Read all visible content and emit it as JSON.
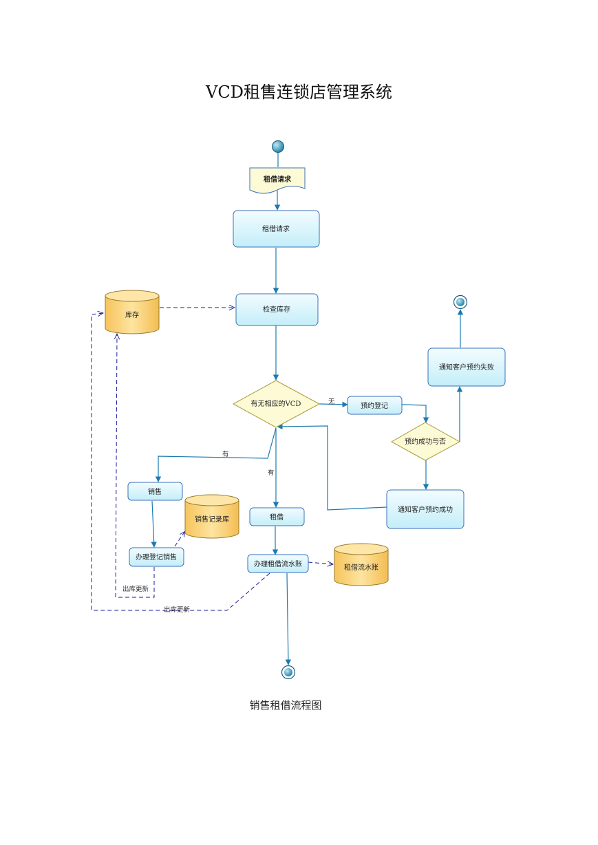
{
  "title": "VCD租售连锁店管理系统",
  "caption": "销售租借流程图",
  "colors": {
    "activity_fill": "#d4f3fb",
    "activity_stroke": "#3a6fb8",
    "decision_fill": "#fdfbd6",
    "decision_stroke": "#a99a3a",
    "store_fill": "#f9cf70",
    "store_stroke": "#9a7a2a",
    "flow": "#1a7ab0",
    "dependency": "#1a1aa0"
  },
  "nodes": {
    "request_signal": "租借请求",
    "rent_request": "租借请求",
    "check_stock": "检查库存",
    "stock_db": "库存",
    "has_vcd": "有无相应的VCD",
    "reserve_register": "预约登记",
    "reserve_success_q": "预约成功与否",
    "notify_fail": "通知客户预约失败",
    "notify_success": "通知客户预约成功",
    "sale": "销售",
    "sale_register": "办理登记销售",
    "sale_record_db": "销售记录库",
    "rent": "租借",
    "rent_ledger": "办理租借流水账",
    "rent_ledger_db": "租借流水账"
  },
  "edge_labels": {
    "none": "无",
    "has_left": "有",
    "has_down": "有",
    "out_update_1": "出库更新",
    "out_update_2": "出库更新"
  }
}
